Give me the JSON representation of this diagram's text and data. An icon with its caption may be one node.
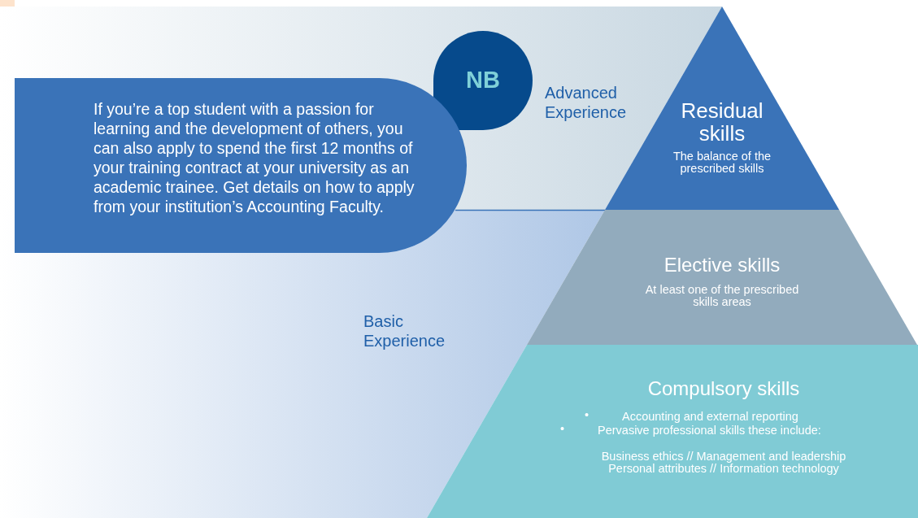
{
  "diagram": {
    "nodes": [
      {
        "text": [
          "NB"
        ],
        "in": 2
      },
      {
        "text": [
          "If you’re a top student with a passion for learning and the development of others, you can also apply to spend the first 12 months of your training contract at your university as an academic trainee. Get details on how to apply from your institution’s Accounting Faculty."
        ]
      },
      {
        "text": [
          "Advanced Experience"
        ]
      },
      {
        "text": [
          "Residual skills",
          "The balance of the prescribed skills"
        ]
      },
      {
        "text": [
          "Elective skills",
          "At least one of the prescribed skills areas"
        ]
      },
      {
        "text": [
          "Basic Experience"
        ]
      },
      {
        "text": [
          "Compulsory skills",
          "•",
          "Accounting and external reporting",
          "•",
          "Pervasive professional skills these include:",
          "Business ethics // Management and leadership Personal attributes // Information technology"
        ]
      }
    ]
  }
}
